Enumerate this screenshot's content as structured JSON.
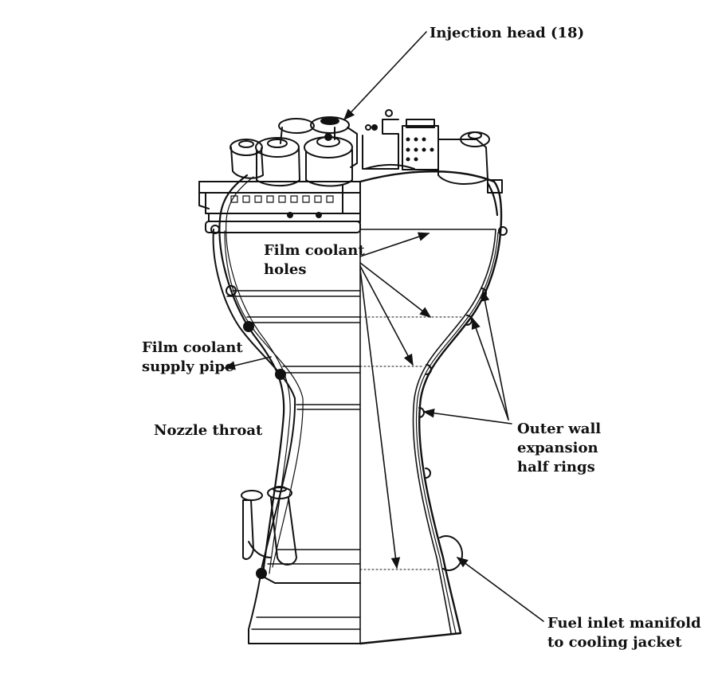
{
  "labels": {
    "injection_head": "Injection head (18)",
    "film_coolant_holes": [
      "Film coolant",
      "holes"
    ],
    "film_coolant_supply_pipe": [
      "Film coolant",
      "supply pipe"
    ],
    "nozzle_throat": "Nozzle throat",
    "outer_wall_expansion_half_rings": [
      "Outer wall",
      "expansion",
      "half rings"
    ],
    "fuel_inlet_manifold": [
      "Fuel inlet manifold",
      "to cooling jacket"
    ]
  },
  "colors": {
    "ink": "#111111",
    "background": "#ffffff"
  }
}
